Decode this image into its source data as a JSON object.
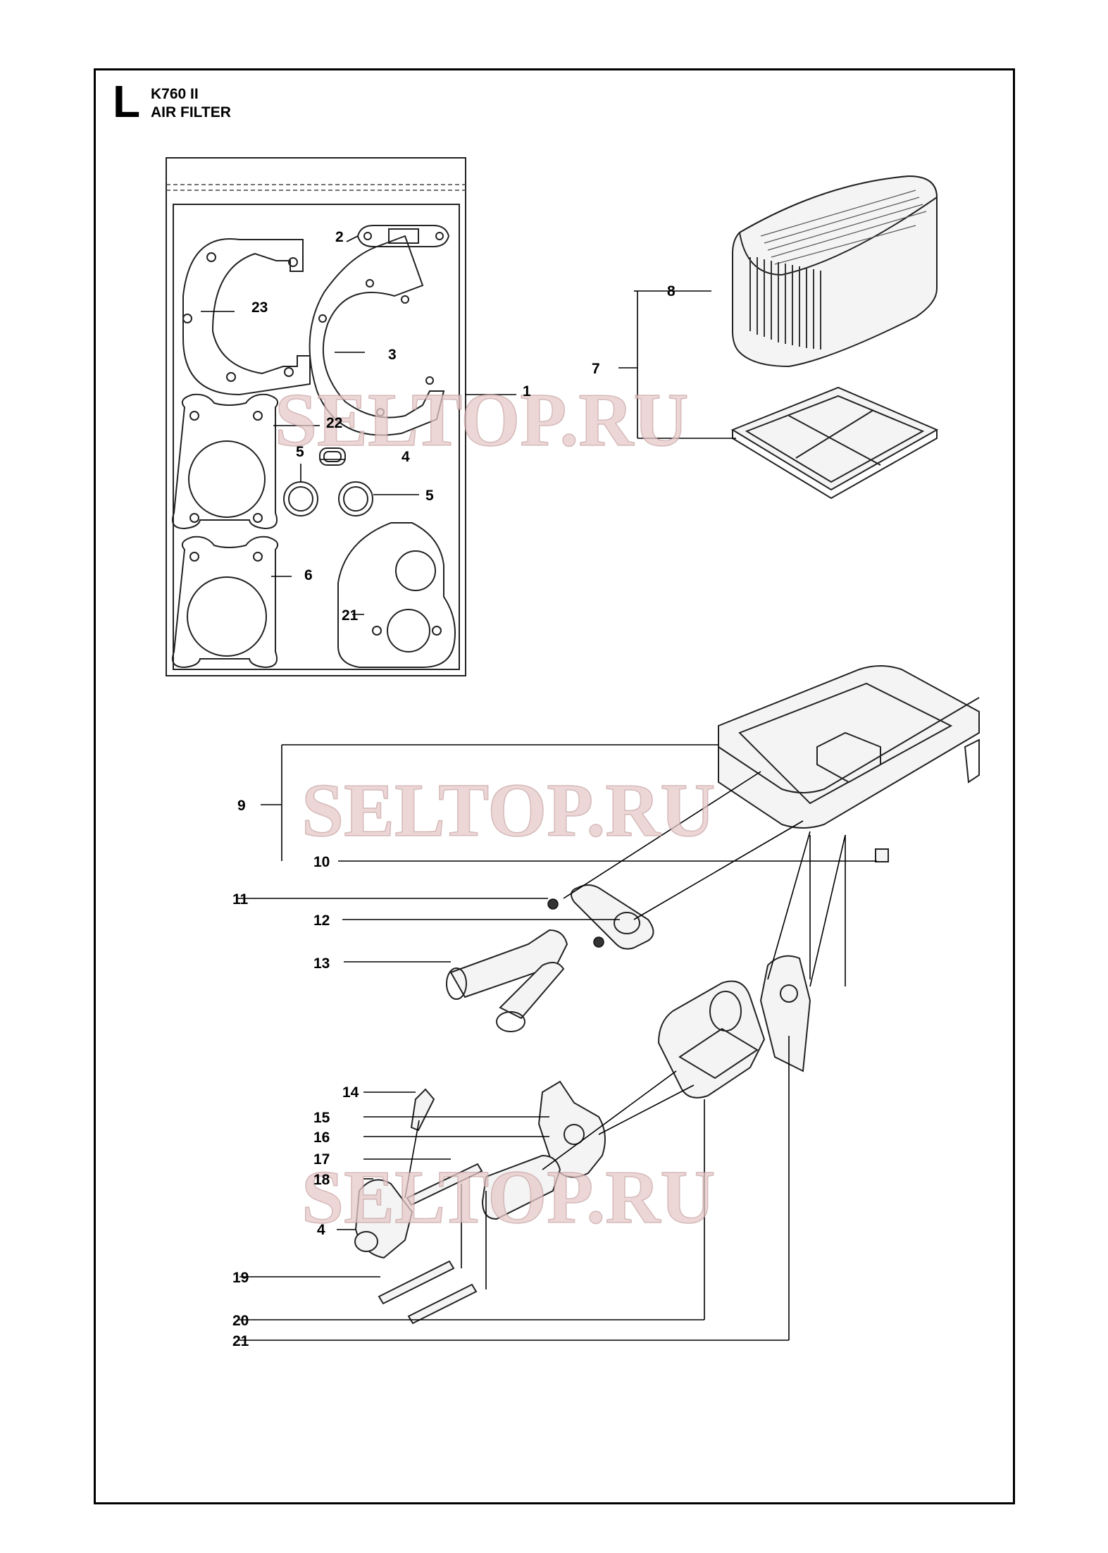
{
  "header": {
    "section": "L",
    "model": "K760 II",
    "title": "AIR FILTER"
  },
  "watermarks": [
    "SELTOP.RU",
    "SELTOP.RU",
    "SELTOP.RU"
  ],
  "callouts": {
    "c1": "1",
    "c2": "2",
    "c3": "3",
    "c4a": "4",
    "c5a": "5",
    "c5b": "5",
    "c6": "6",
    "c21a": "21",
    "c22": "22",
    "c23": "23",
    "c7": "7",
    "c8": "8",
    "c9": "9",
    "c10": "10",
    "c11": "11",
    "c12": "12",
    "c13": "13",
    "c14": "14",
    "c15": "15",
    "c16": "16",
    "c17": "17",
    "c18": "18",
    "c4b": "4",
    "c19": "19",
    "c20": "20",
    "c21b": "21"
  },
  "icons": {
    "gasket-kit": "gasket-kit-bag-icon",
    "filter-cover": "air-filter-cover-icon",
    "filter-insert": "filter-insert-icon",
    "filter-housing": "filter-housing-icon",
    "carburetor": "carburetor-icon"
  }
}
